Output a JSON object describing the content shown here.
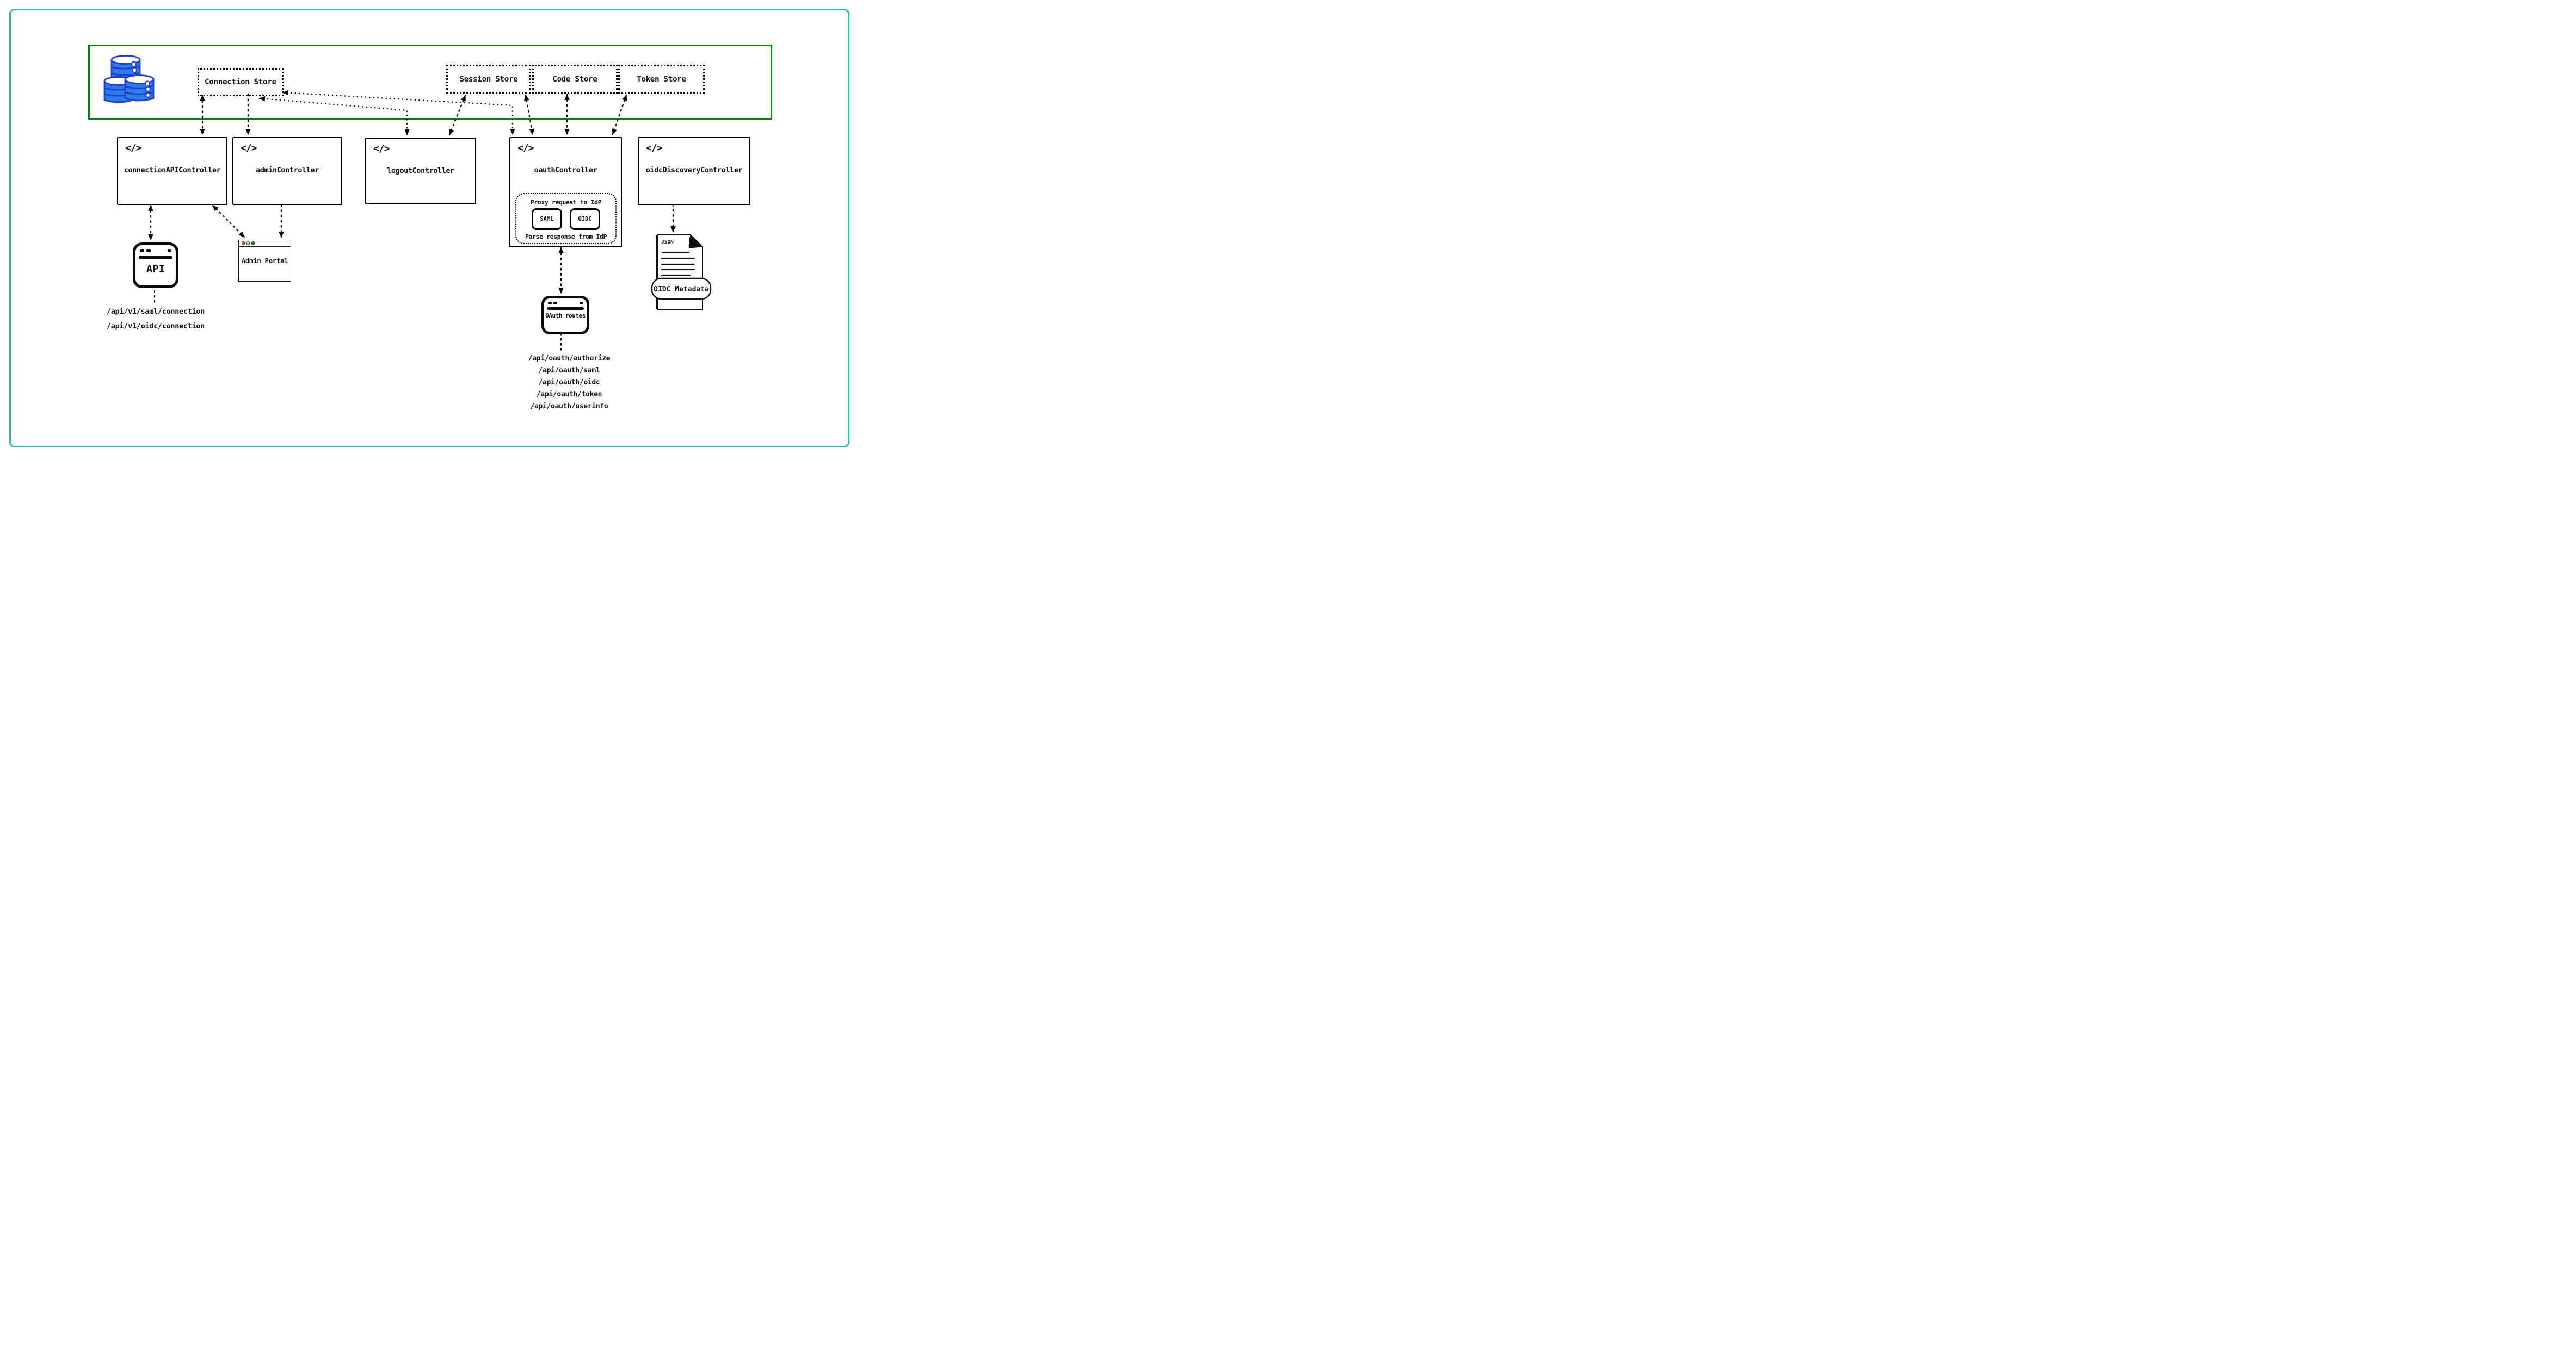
{
  "palette": {
    "frame_teal": "#2abda2",
    "zone_green": "#0c800c",
    "db_fill_blue": "#2e7ce6",
    "db_stroke_blue": "#1e3fd1",
    "traffic_lights": [
      "#fb5a54",
      "#f5ce62",
      "#1e8e28"
    ]
  },
  "icons": {
    "code_glyph": "</>"
  },
  "stores": {
    "connection": "Connection Store",
    "session": "Session Store",
    "code": "Code Store",
    "token": "Token Store"
  },
  "controllers": {
    "connection_api": "connectionAPIController",
    "admin": "adminController",
    "logout": "logoutController",
    "oauth": "oauthController",
    "oidc_discovery": "oidcDiscoveryController"
  },
  "oauth_internals": {
    "proxy_label": "Proxy request to IdP",
    "parse_label": "Parse response from IdP",
    "saml_chip": "SAML",
    "oidc_chip": "OIDC"
  },
  "clients": {
    "api_window": "API",
    "admin_portal": "Admin Portal",
    "oauth_routes_window": "OAuth routes"
  },
  "document": {
    "type_label": "JSON",
    "banner": "OIDC Metadata"
  },
  "api_routes": {
    "items": [
      "/api/v1/saml/connection",
      "/api/v1/oidc/connection"
    ]
  },
  "oauth_routes": {
    "items": [
      "/api/oauth/authorize",
      "/api/oauth/saml",
      "/api/oauth/oidc",
      "/api/oauth/token",
      "/api/oauth/userinfo"
    ]
  }
}
